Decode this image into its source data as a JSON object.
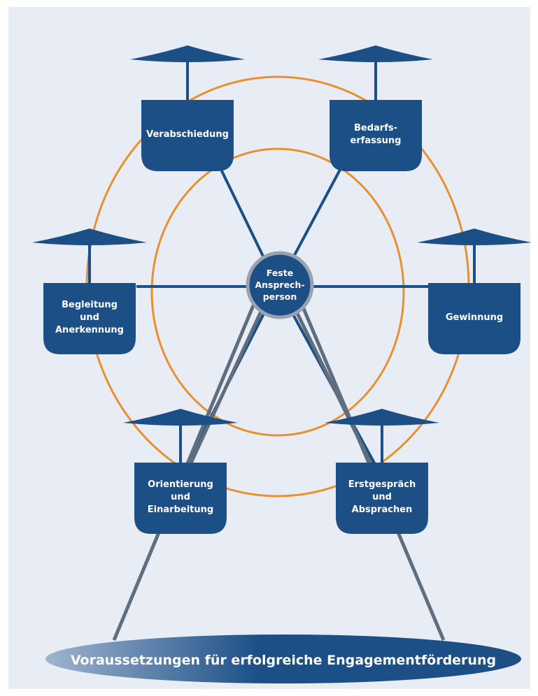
{
  "colors": {
    "background": "#e8ecf4",
    "gondola": "#1b4f86",
    "hub_border": "#9aa2ad",
    "rim": "#e8902e",
    "support": "#5e6e7e",
    "base_light": "#9fb4cf",
    "base_dark": "#1b4f86",
    "text": "#ffffff"
  },
  "hub": {
    "lines": [
      "Feste",
      "Ansprech-",
      "person"
    ]
  },
  "gondolas": [
    {
      "id": "verabschiedung",
      "lines": [
        "Verabschiedung"
      ]
    },
    {
      "id": "bedarfserfassung",
      "lines": [
        "Bedarfs-",
        "erfassung"
      ]
    },
    {
      "id": "begleitung",
      "lines": [
        "Begleitung",
        "und",
        "Anerkennung"
      ]
    },
    {
      "id": "gewinnung",
      "lines": [
        "Gewinnung"
      ]
    },
    {
      "id": "orientierung",
      "lines": [
        "Orientierung",
        "und",
        "Einarbeitung"
      ]
    },
    {
      "id": "erstgespraech",
      "lines": [
        "Erstgespräch",
        "und",
        "Absprachen"
      ]
    }
  ],
  "base": {
    "label": "Voraussetzungen für erfolgreiche Engagementförderung"
  }
}
